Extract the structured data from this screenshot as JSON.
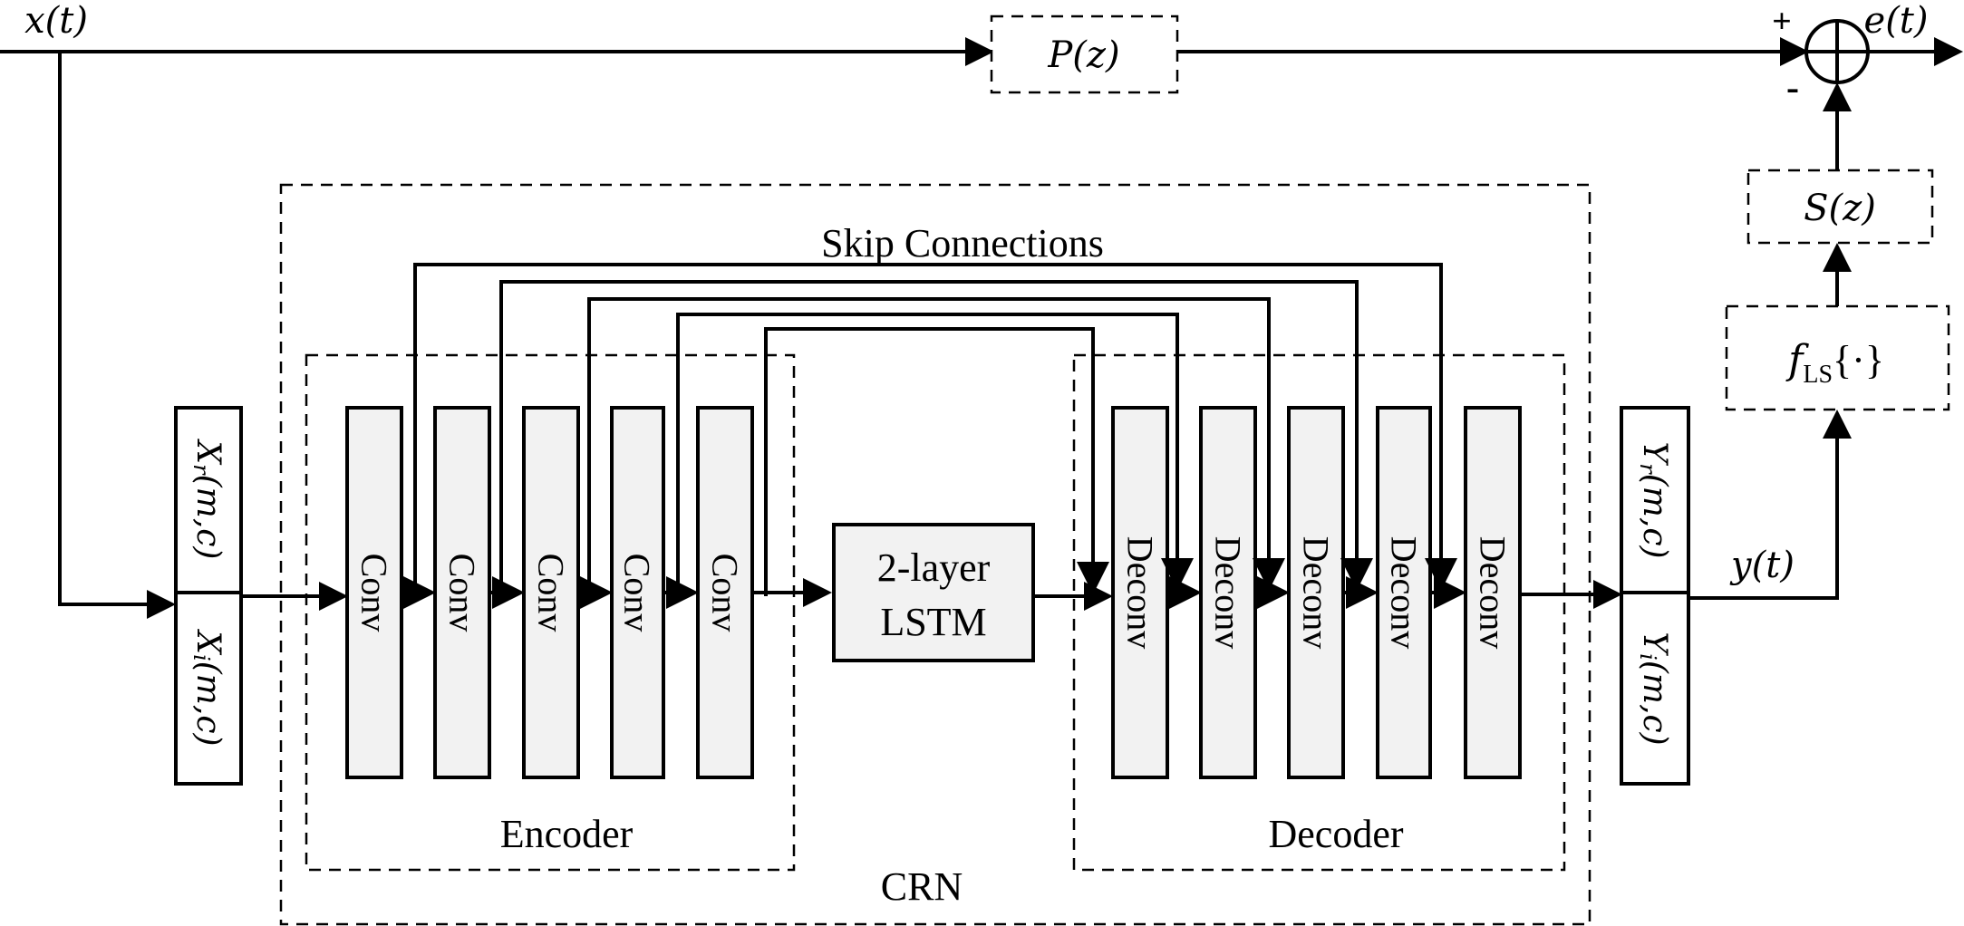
{
  "signals": {
    "input": "x(t)",
    "error": "e(t)",
    "output": "y(t)",
    "plus": "+",
    "minus": "-"
  },
  "filters": {
    "primary": "P(z)",
    "secondary": "S(z)",
    "nonlinearity": "f",
    "nonlinearity_sub": "LS",
    "nonlinearity_arg": "{·}"
  },
  "crn": {
    "label": "CRN",
    "skip_label": "Skip Connections",
    "encoder_label": "Encoder",
    "decoder_label": "Decoder",
    "encoder_blocks": [
      "Conv",
      "Conv",
      "Conv",
      "Conv",
      "Conv"
    ],
    "decoder_blocks": [
      "Deconv",
      "Deconv",
      "Deconv",
      "Deconv",
      "Deconv"
    ],
    "lstm_line1": "2-layer",
    "lstm_line2": "LSTM"
  },
  "input_features": {
    "real": {
      "sym": "X",
      "sub": "r",
      "arg": "(m,c)"
    },
    "imag": {
      "sym": "X",
      "sub": "i",
      "arg": "(m,c)"
    }
  },
  "output_features": {
    "real": {
      "sym": "Y",
      "sub": "r",
      "arg": "(m,c)"
    },
    "imag": {
      "sym": "Y",
      "sub": "i",
      "arg": "(m,c)"
    }
  }
}
